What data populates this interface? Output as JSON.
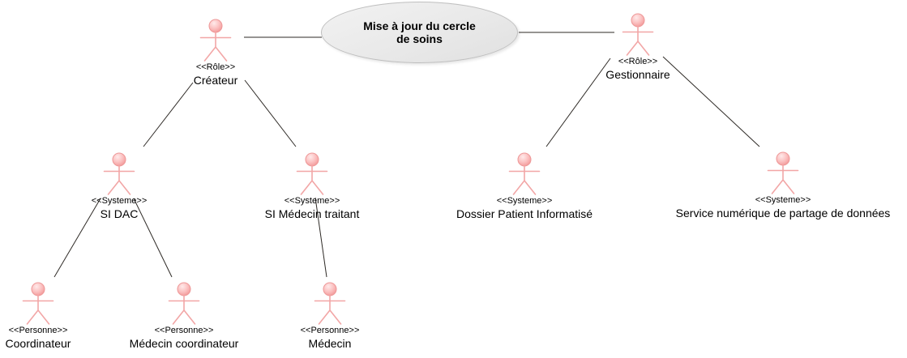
{
  "diagram": {
    "use_case": {
      "title_lines": [
        "Mise à jour du cercle",
        "de soins"
      ],
      "title": "Mise à jour du cercle de soins"
    },
    "actors": [
      {
        "id": "createur",
        "stereotype": "<<Rôle>>",
        "name": "Créateur"
      },
      {
        "id": "gestionnaire",
        "stereotype": "<<Rôle>>",
        "name": "Gestionnaire"
      },
      {
        "id": "si-dac",
        "stereotype": "<<Systeme>>",
        "name": "SI DAC"
      },
      {
        "id": "si-medecin-traitant",
        "stereotype": "<<Systeme>>",
        "name": "SI Médecin traitant"
      },
      {
        "id": "dossier-patient-informatise",
        "stereotype": "<<Systeme>>",
        "name": "Dossier Patient Informatisé"
      },
      {
        "id": "service-numerique-de-partage",
        "stereotype": "<<Systeme>>",
        "name": "Service numérique de partage de données"
      },
      {
        "id": "coordinateur",
        "stereotype": "<<Personne>>",
        "name": "Coordinateur"
      },
      {
        "id": "medecin-coordinateur",
        "stereotype": "<<Personne>>",
        "name": "Médecin coordinateur"
      },
      {
        "id": "medecin",
        "stereotype": "<<Personne>>",
        "name": "Médecin"
      }
    ],
    "connections": [
      {
        "from": "Créateur",
        "to": "Mise à jour du cercle de soins"
      },
      {
        "from": "Mise à jour du cercle de soins",
        "to": "Gestionnaire"
      },
      {
        "from": "Créateur",
        "to": "SI DAC"
      },
      {
        "from": "Créateur",
        "to": "SI Médecin traitant"
      },
      {
        "from": "Gestionnaire",
        "to": "Dossier Patient Informatisé"
      },
      {
        "from": "Gestionnaire",
        "to": "Service numérique de partage de données"
      },
      {
        "from": "SI DAC",
        "to": "Coordinateur"
      },
      {
        "from": "SI DAC",
        "to": "Médecin coordinateur"
      },
      {
        "from": "SI Médecin traitant",
        "to": "Médecin"
      }
    ],
    "colors": {
      "actor_stroke": "#f2a6a6",
      "actor_head_outline": "#ee9898",
      "actor_head_fill": "#fbc0c0",
      "ellipse_fill": "#e9e9e9",
      "ellipse_border": "#bfbfbf",
      "connector": "#2e2a26",
      "text": "#000000"
    }
  }
}
